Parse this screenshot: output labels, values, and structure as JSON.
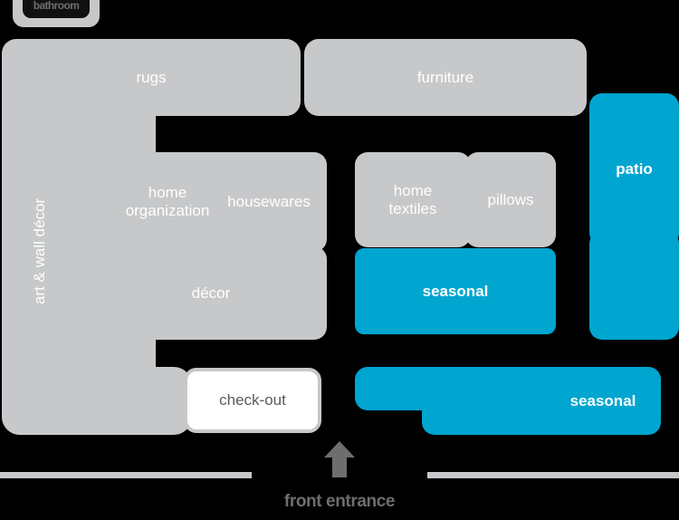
{
  "title_badge": {
    "label": "bathroom"
  },
  "colors": {
    "background": "#000000",
    "gray_zone": "#c6c8ca",
    "cyan_zone": "#00a5d0",
    "white_zone": "#ffffff",
    "label_gray": "#6e6e6e",
    "label_white": "#ffffff"
  },
  "zones": {
    "art_wall_decor": {
      "label": "art & wall décor",
      "fill": "gray"
    },
    "rugs": {
      "label": "rugs",
      "fill": "gray"
    },
    "furniture": {
      "label": "furniture",
      "fill": "gray"
    },
    "home_organization": {
      "label": "home\norganization",
      "fill": "gray"
    },
    "housewares": {
      "label": "housewares",
      "fill": "gray"
    },
    "decor": {
      "label": "décor",
      "fill": "gray"
    },
    "home_textiles": {
      "label": "home\ntextiles",
      "fill": "gray"
    },
    "pillows": {
      "label": "pillows",
      "fill": "gray"
    },
    "seasonal_upper": {
      "label": "seasonal",
      "fill": "cyan"
    },
    "seasonal_lower": {
      "label": "seasonal",
      "fill": "cyan"
    },
    "patio": {
      "label": "patio",
      "fill": "cyan"
    },
    "check_out": {
      "label": "check-out",
      "fill": "white"
    }
  },
  "entrance": {
    "label": "front entrance",
    "arrow_icon": "arrow-up-icon"
  }
}
